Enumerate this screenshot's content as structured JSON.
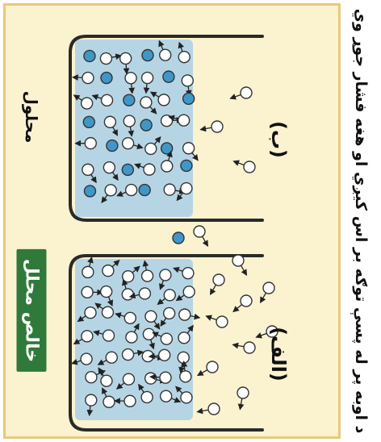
{
  "caption": "د اوبه پر له پسې توګه بر اس کيږي او هغه فشار جوړ وي",
  "labels": {
    "solution": "محلول",
    "solvent": "خالص محلل",
    "panel_b": "(ب)",
    "panel_a": "(الف)"
  },
  "colors": {
    "frame_bg": "#fbf3d0",
    "frame_border": "#e8c97a",
    "liquid": "#a9cfe8",
    "solute": "#3f97c8",
    "label_bg": "#2f7a3a"
  }
}
